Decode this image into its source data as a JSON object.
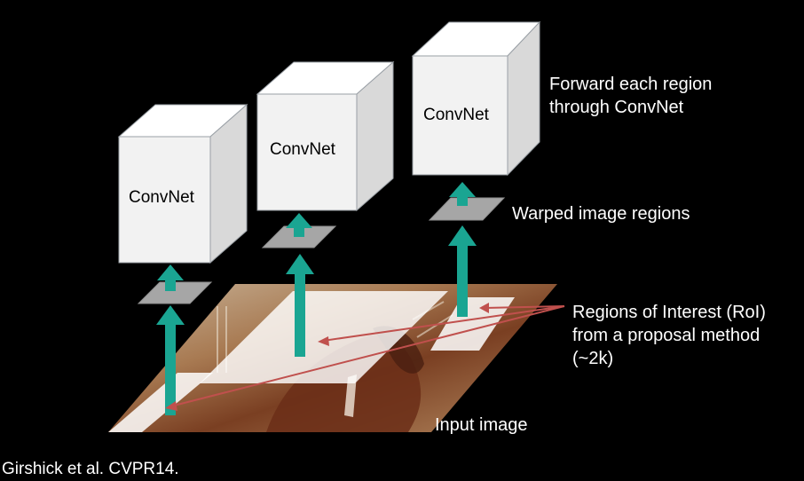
{
  "labels": {
    "convnet": "ConvNet",
    "forward_line1": "Forward each region",
    "forward_line2": "through  ConvNet",
    "warped": "Warped image regions",
    "roi_line1": "Regions of Interest (RoI)",
    "roi_line2": "from a proposal method",
    "roi_line3": "(~2k)",
    "input": "Input image",
    "citation": "Girshick et al. CVPR14."
  },
  "colors": {
    "background": "#000000",
    "box_front": "#f2f2f2",
    "box_top": "#ffffff",
    "box_side": "#d9d9d9",
    "box_edge": "#9aa0a6",
    "arrow": "#1aa592",
    "pointer": "#c0504d",
    "warped_patch": "#a6a6a6",
    "roi_fill": "#ffffff"
  }
}
